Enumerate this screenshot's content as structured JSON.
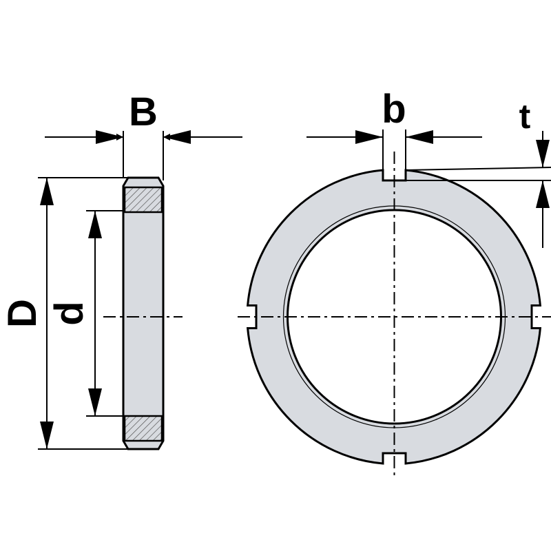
{
  "labels": {
    "outer_diameter": "D",
    "inner_diameter": "d",
    "width": "B",
    "slot_width": "b",
    "slot_depth": "t"
  },
  "colors": {
    "fill": "#d8dbe0",
    "stroke": "#000000",
    "background": "#ffffff"
  }
}
